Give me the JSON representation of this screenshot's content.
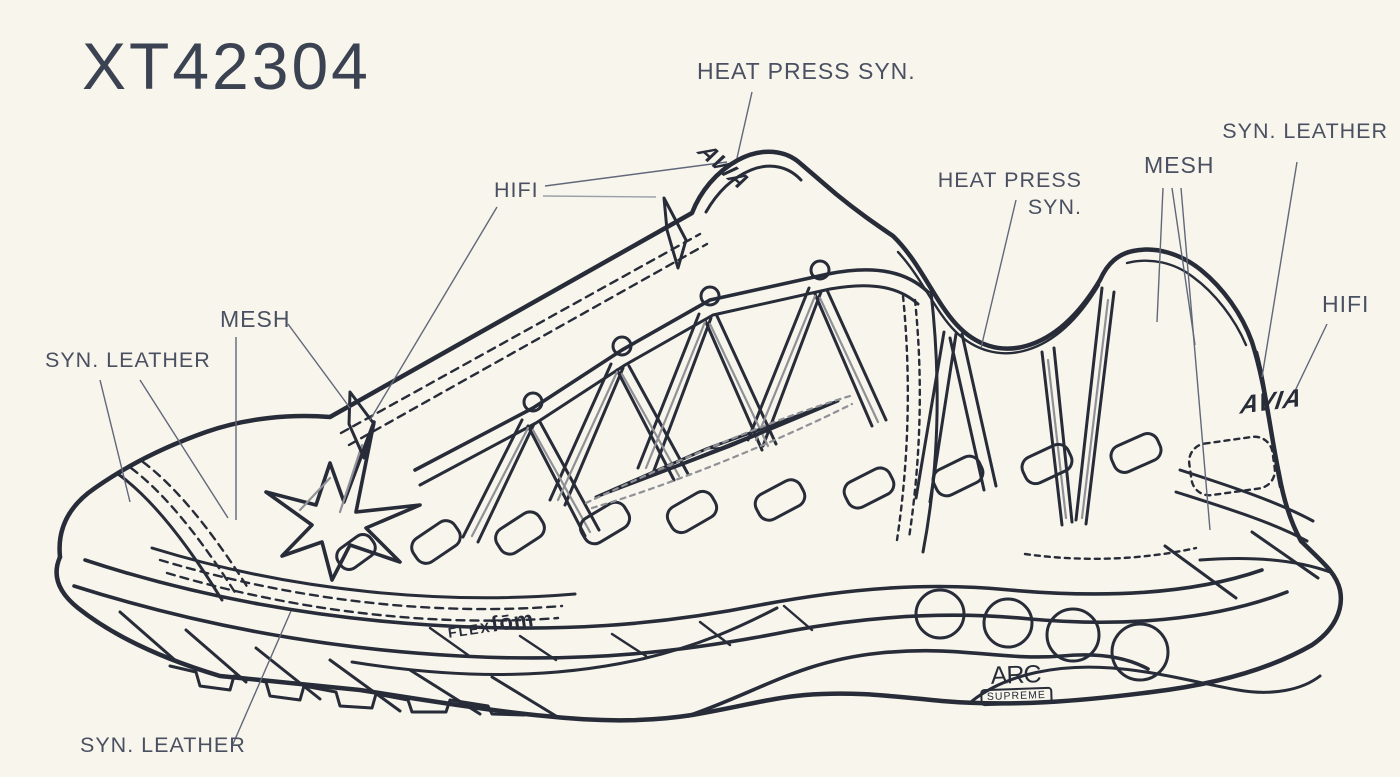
{
  "title": "XT42304",
  "callouts": {
    "heat_press_top": "HEAT PRESS SYN.",
    "syn_leather_top_right": "SYN. LEATHER",
    "mesh_right": "MESH",
    "heat_press_right_line1": "HEAT PRESS",
    "heat_press_right_line2": "SYN.",
    "hifi_right": "HIFI",
    "hifi_left": "HIFI",
    "mesh_left": "MESH",
    "syn_leather_left": "SYN. LEATHER",
    "syn_leather_bottom": "SYN. LEATHER"
  },
  "logos": {
    "tongue_brand": "AVIA",
    "heel_brand": "AVIA",
    "midsole_flex": "FLEX",
    "midsole_fom": "fōm",
    "outsole_arc": "ARC",
    "outsole_supreme": "SUPREME"
  },
  "colors": {
    "background": "#f7f5ec",
    "ink": "#272c38",
    "echo_gray": "#8f9196",
    "label_text": "#4a5061"
  }
}
